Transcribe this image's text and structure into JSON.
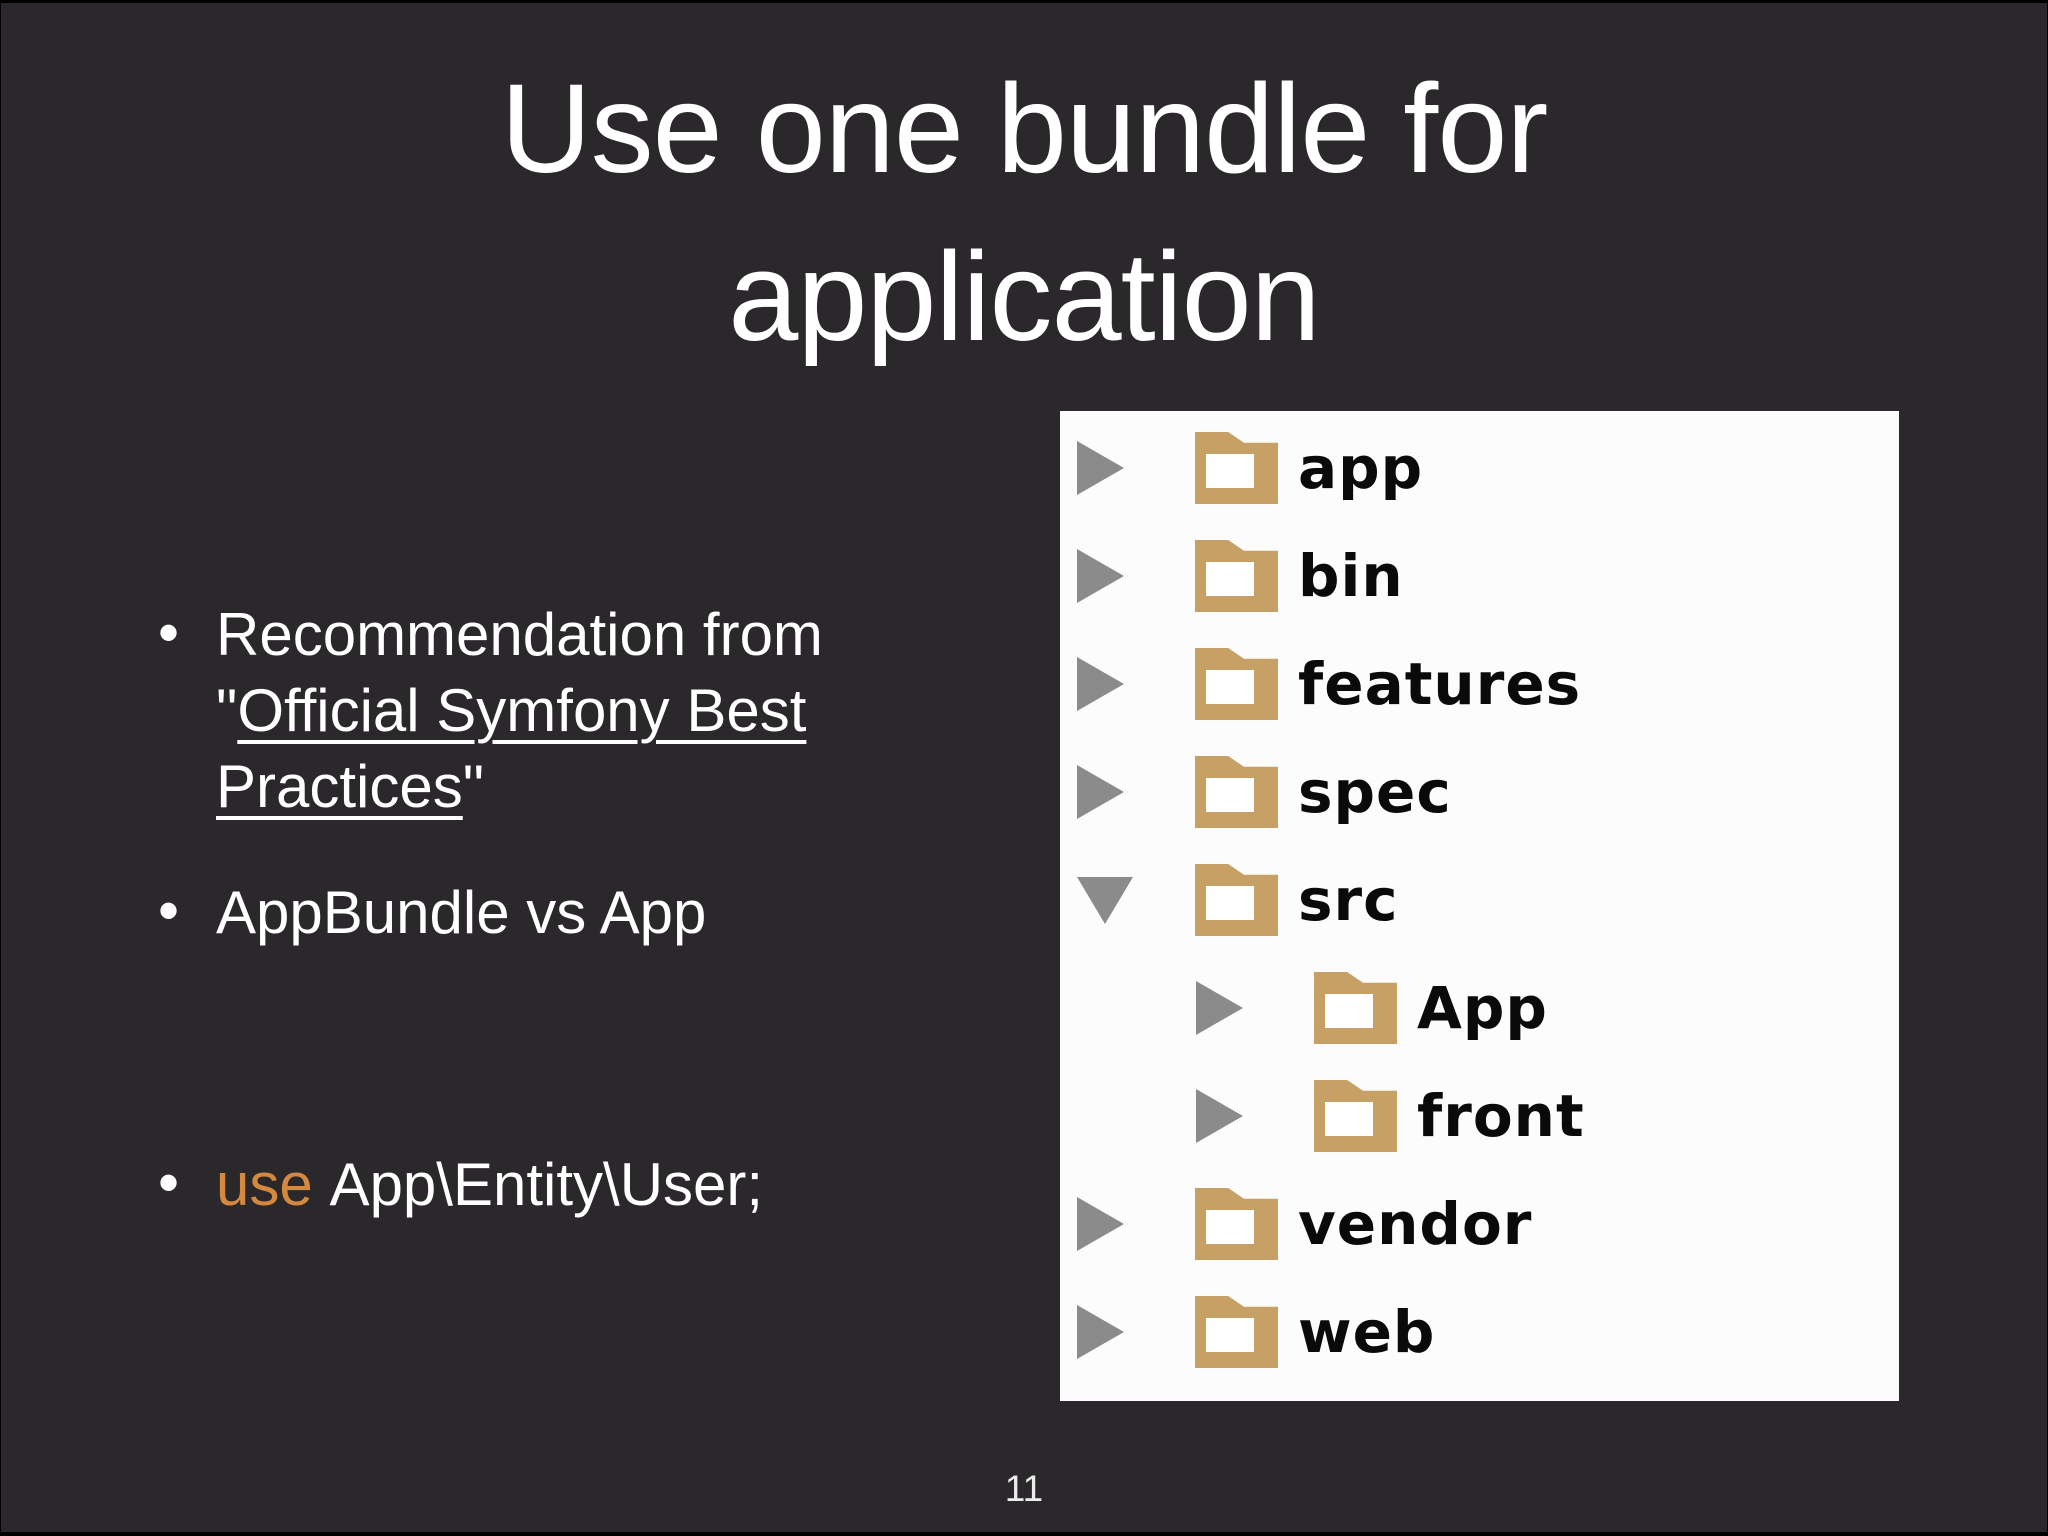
{
  "slide": {
    "title": "Use one bundle for application",
    "page_number": "11",
    "colors": {
      "background": "#2a282a",
      "text": "#ffffff",
      "accent_orange": "#d4893f",
      "folder_tan": "#c6a065",
      "triangle_gray": "#8b8b8b",
      "panel_white": "#fcfcfc",
      "tree_text": "#0a0a0a"
    }
  },
  "bullets": {
    "item1": {
      "prefix": "Recommendation from ",
      "quote_open": "\"",
      "link_text": "Official Symfony Best Practices",
      "quote_close": "\""
    },
    "item2": {
      "text": "AppBundle vs App"
    },
    "item3": {
      "keyword": "use",
      "code": "App\\Entity\\User;"
    }
  },
  "file_tree": {
    "items": [
      {
        "label": "app",
        "level": 0,
        "state": "collapsed"
      },
      {
        "label": "bin",
        "level": 0,
        "state": "collapsed"
      },
      {
        "label": "features",
        "level": 0,
        "state": "collapsed"
      },
      {
        "label": "spec",
        "level": 0,
        "state": "collapsed"
      },
      {
        "label": "src",
        "level": 0,
        "state": "expanded"
      },
      {
        "label": "App",
        "level": 1,
        "state": "collapsed"
      },
      {
        "label": "front",
        "level": 1,
        "state": "collapsed"
      },
      {
        "label": "vendor",
        "level": 0,
        "state": "collapsed"
      },
      {
        "label": "web",
        "level": 0,
        "state": "collapsed"
      }
    ]
  }
}
